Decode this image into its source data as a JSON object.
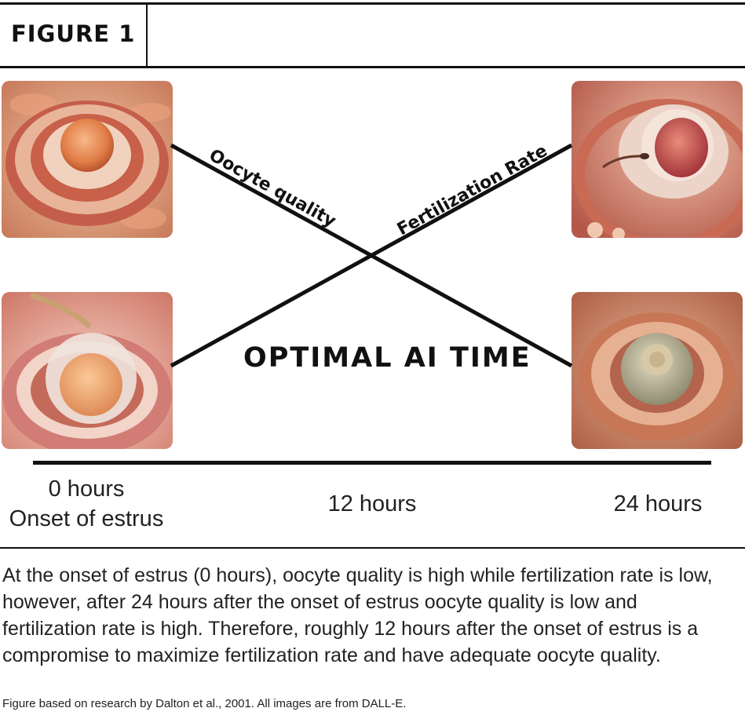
{
  "figure": {
    "label": "FIGURE 1"
  },
  "curves": [
    {
      "name": "Oocyte quality",
      "trend": "decreasing"
    },
    {
      "name": "Fertilization Rate",
      "trend": "increasing"
    }
  ],
  "center_label": "OPTIMAL AI TIME",
  "timeline": {
    "ticks": [
      {
        "line1": "0 hours",
        "line2": "Onset of estrus"
      },
      {
        "line1": "12 hours"
      },
      {
        "line1": "24 hours"
      }
    ]
  },
  "images": [
    {
      "name": "oocyte-image-top-left",
      "description": ""
    },
    {
      "name": "oocyte-image-top-right",
      "description": ""
    },
    {
      "name": "oocyte-image-bottom-left",
      "description": ""
    },
    {
      "name": "oocyte-image-bottom-right",
      "description": ""
    }
  ],
  "colors": {
    "ink": "#111111",
    "tissue": "#d98a6a"
  },
  "caption": "At the onset of estrus (0 hours), oocyte quality is high while fertilization rate is low, however, after 24 hours after the onset of estrus oocyte quality is low and fertilization rate is high. Therefore, roughly 12 hours after the onset of estrus is a compromise to maximize fertilization rate and have adequate oocyte quality.",
  "footnote": "Figure based on research by Dalton et al., 2001. All images are from DALL-E."
}
